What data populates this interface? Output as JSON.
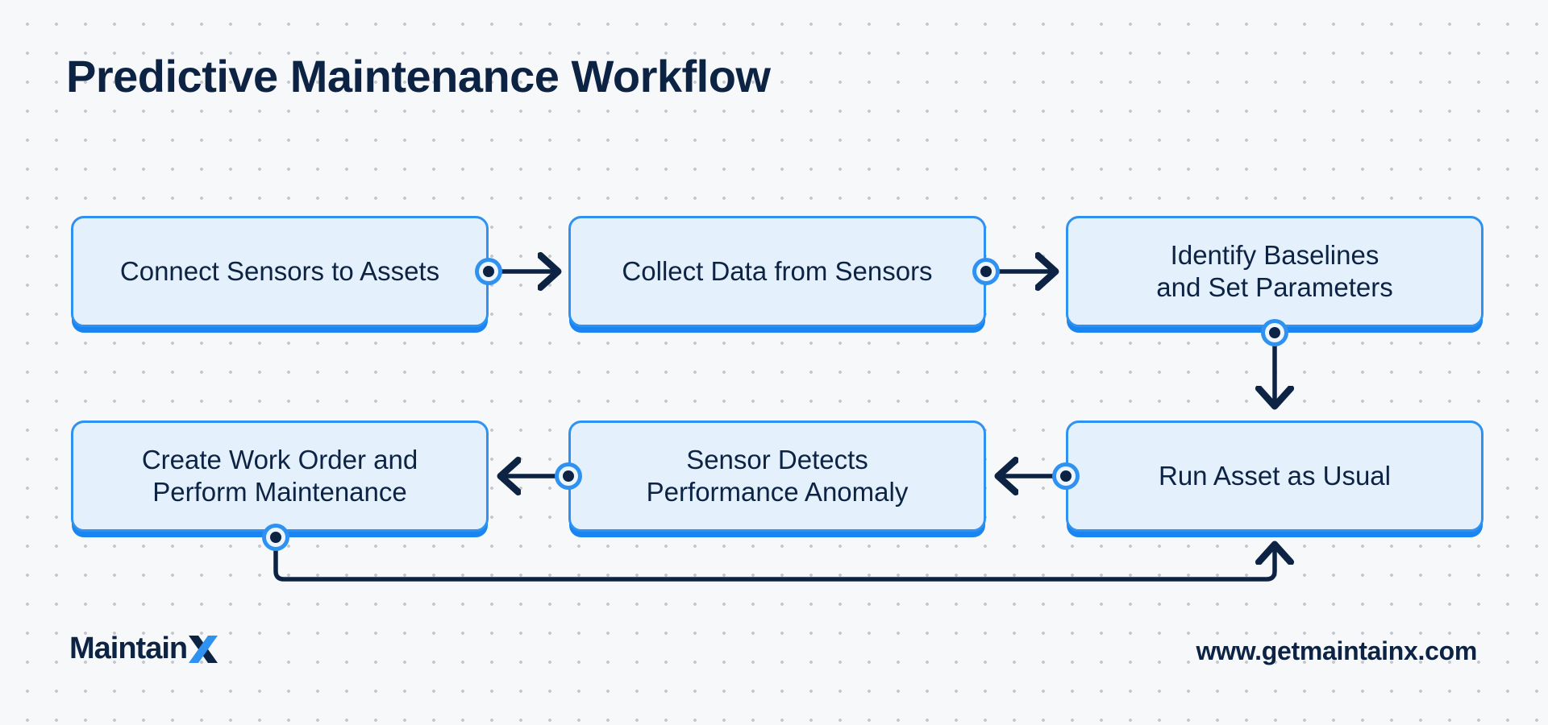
{
  "page": {
    "title": "Predictive Maintenance Workflow",
    "background_color": "#f7f8fa",
    "dot_grid_color": "#c6cad0"
  },
  "theme": {
    "navy": "#0d2344",
    "blue": "#2f92f0",
    "box_fill": "#e4f0fc",
    "box_border": "#2f92f0",
    "box_shadow": "#1a85f0"
  },
  "diagram": {
    "type": "flowchart",
    "nodes": [
      {
        "id": "connect-sensors",
        "label": "Connect Sensors to Assets",
        "row": 1,
        "col": 1
      },
      {
        "id": "collect-data",
        "label": "Collect Data from Sensors",
        "row": 1,
        "col": 2
      },
      {
        "id": "identify-baselines",
        "label_line1": "Identify Baselines",
        "label_line2": "and Set Parameters",
        "row": 1,
        "col": 3
      },
      {
        "id": "create-work-order",
        "label_line1": "Create Work Order and",
        "label_line2": "Perform Maintenance",
        "row": 2,
        "col": 1
      },
      {
        "id": "sensor-detects",
        "label_line1": "Sensor Detects",
        "label_line2": "Performance Anomaly",
        "row": 2,
        "col": 2
      },
      {
        "id": "run-asset",
        "label": "Run Asset as Usual",
        "row": 2,
        "col": 3
      }
    ],
    "edges": [
      {
        "from": "connect-sensors",
        "to": "collect-data",
        "direction": "right"
      },
      {
        "from": "collect-data",
        "to": "identify-baselines",
        "direction": "right"
      },
      {
        "from": "identify-baselines",
        "to": "run-asset",
        "direction": "down"
      },
      {
        "from": "run-asset",
        "to": "sensor-detects",
        "direction": "left"
      },
      {
        "from": "sensor-detects",
        "to": "create-work-order",
        "direction": "left"
      },
      {
        "from": "create-work-order",
        "to": "run-asset",
        "direction": "loop-back-up"
      }
    ]
  },
  "footer": {
    "logo_text": "Maintain",
    "logo_mark": "X",
    "url": "www.getmaintainx.com"
  }
}
